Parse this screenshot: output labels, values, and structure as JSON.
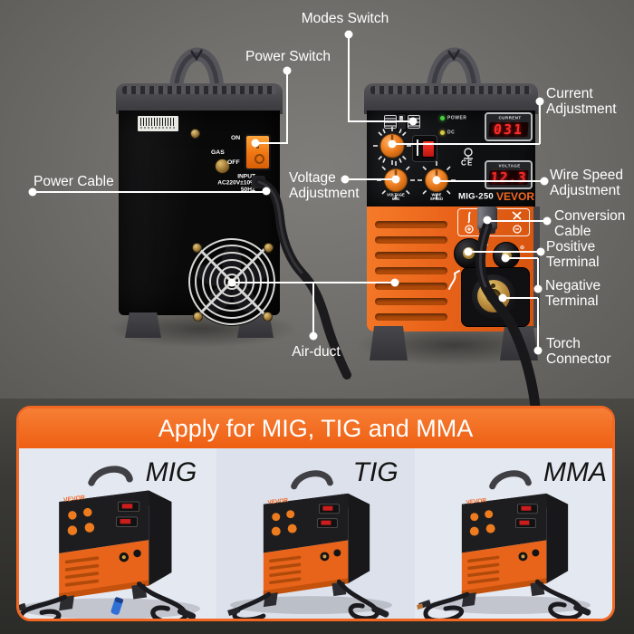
{
  "callouts": {
    "modes_switch": "Modes Switch",
    "power_switch": "Power Switch",
    "current_adjustment": "Current Adjustment",
    "power_cable": "Power Cable",
    "voltage_adjustment": "Voltage Adjustment",
    "wire_speed_adjustment": "Wire Speed Adjustment",
    "conversion_cable": "Conversion Cable",
    "positive_terminal": "Positive Terminal",
    "negative_terminal": "Negative Terminal",
    "torch_connector": "Torch Connector",
    "air_duct": "Air-duct"
  },
  "back_machine": {
    "gas_label": "GAS",
    "switch_on": "ON",
    "switch_off": "OFF",
    "input_lines": [
      "INPUT",
      "AC220V±10%",
      "50HZ"
    ]
  },
  "front_machine": {
    "power_led_label": "POWER",
    "dc_led_label": "DC",
    "displays": {
      "current": {
        "label": "CURRENT",
        "value": "031"
      },
      "voltage": {
        "label": "VOLTAGE",
        "value": "12.3"
      }
    },
    "knob_labels": {
      "voltage_top": "VOLTAGE",
      "voltage_bottom": "MIG",
      "wire_top": "WIRE",
      "wire_bottom": "SPEED"
    },
    "ce_mark": "CE",
    "model": "MIG-250",
    "brand": "VEVOR",
    "positive_mark": "⊕",
    "negative_mark": "⊖"
  },
  "bottom_panel": {
    "banner_title": "Apply for MIG, TIG and MMA",
    "products": [
      {
        "label": "MIG"
      },
      {
        "label": "TIG"
      },
      {
        "label": "MMA"
      }
    ]
  },
  "colors": {
    "accent_orange": "#f26722",
    "machine_orange": "#e8641a",
    "display_red": "#ff2a28",
    "led_green": "#46d23c",
    "led_yellow": "#d8c93e",
    "panel_body": "#e2e6ef"
  }
}
